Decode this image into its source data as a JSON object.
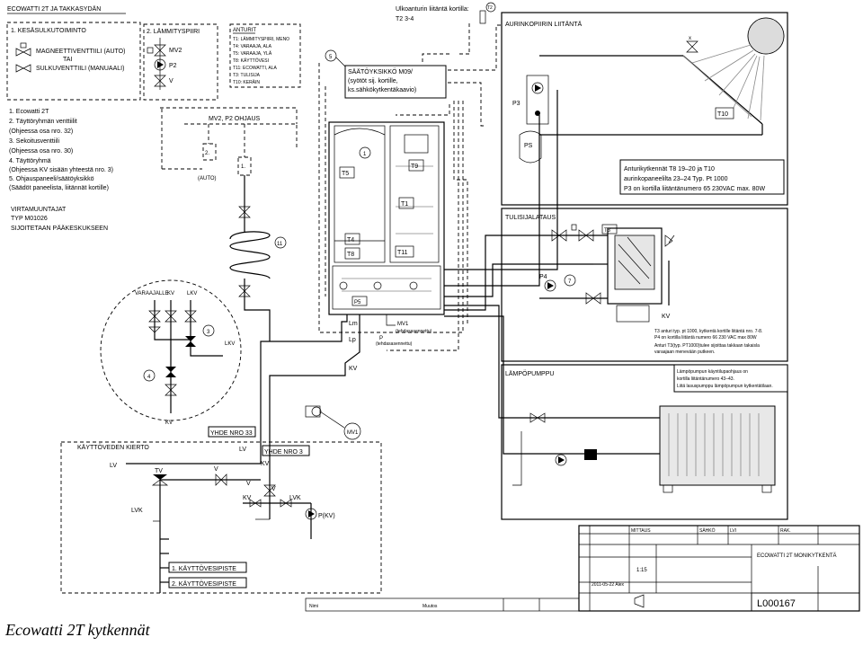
{
  "header": {
    "title": "ECOWATTI 2T JA TAKKASYDÄN",
    "outdoor_sensor": "Ulkoanturin liitäntä kortilla:",
    "outdoor_sensor_2": "T2 3-4",
    "t2_tag": "T2"
  },
  "legend": {
    "summer_title": "1. KESÄSULKUTOIMINTO",
    "magnet_valve": "MAGNEETTIVENTTIILI (AUTO)",
    "or": "TAI",
    "closing_valve": "SULKUVENTTIILI (MANUAALI)",
    "heating_title": "2. LÄMMITYSPIIRI",
    "mv2": "MV2",
    "p2": "P2",
    "v": "V",
    "sensors_title": "ANTURIT",
    "sensors": [
      "T1: LÄMMITYSPIIRI, MENO",
      "T4: VARAAJA, ALA",
      "T5: VARAAJA, YLÄ",
      "T8: KÄYTTÖVESI",
      "T11: ECOWATTI, ALA",
      "T3: TULISIJA",
      "T10: KERÄIN"
    ]
  },
  "items": [
    "1. Ecowatti 2T",
    "2. Täyttöryhmän venttiilit",
    "(Ohjeessa osa nro. 32)",
    "3. Sekoitusventtiili",
    "(Ohjeessa osa nro. 30)",
    "4. Täyttöryhmä",
    "(Ohjeessa KV sisään yhteestä nro. 3)",
    "5. Ohjauspaneeli/säätöyksikkö",
    "(Säädöt paneelista, liitännät kortille)"
  ],
  "power": {
    "line1": "VIRTAMUUNTAJAT",
    "line2": "TYP M01026",
    "line3": "SIJOITETAAN PÄÄKESKUKSEEN"
  },
  "control": {
    "tag": "5",
    "box_line1": "SÄÄTÖYKSIKKÖ M09/",
    "box_line2": "(syötöt sij. kortille,",
    "box_line3": "ks.sähkökytkentäkaavio)",
    "mv2_p2": "MV2, P2 OHJAUS",
    "auto": "(AUTO)",
    "two": "2.",
    "one": "1."
  },
  "tank": {
    "t5": "T5",
    "t4": "T4",
    "t8": "T8",
    "t1": "T1",
    "t9": "T9",
    "t11": "T11",
    "p5": "P5",
    "one": "1",
    "lm": "Lm",
    "lp": "Lp",
    "kv": "KV",
    "mv1_label": "MV1",
    "mv1_note": "(tehdasasennettu)",
    "p_label": "P",
    "p_note": "(tehdasasennettu)"
  },
  "solar": {
    "title": "AURINKOPIIRIN LIITÄNTÄ",
    "p3": "P3",
    "ps": "PS",
    "t10": "T10",
    "note_1": "Anturikytkennät T8 19–20 ja T10",
    "note_2": "aurinkopaneelilta 23–24 Typ. Pt 1000",
    "note_3": "P3 on kortilla liitäntänumero 65 230VAC max. 80W"
  },
  "fireplace": {
    "title": "TULISIJALATAUS",
    "t3": "T3",
    "p4": "P4",
    "seven": "7",
    "kv": "KV",
    "note": [
      "T3 anturi typ. pt 1000, kytkentä kortille liitäntä nro. 7-8.",
      "P4 on kortilla liitäntä numero 66 230 VAC max 80W",
      "Anturi T3(typ. PT1000)tulee sijoittaa takkaan takaisla",
      "varaajaan menevään putkeen."
    ]
  },
  "heatpump": {
    "title": "LÄMPÖPUMPPU",
    "note": [
      "Lämpöpumpun käyntilupaohjaus on",
      "kortilla liitäntänumero 43–43.",
      "Liitä lasuspumppu lämpöpumpun kytkentätilaan."
    ]
  },
  "circle": {
    "varaajalle": "VARAAJALLE",
    "kv_top": "KV",
    "lkv": "LKV",
    "lkv2": "LKV",
    "three": "3",
    "four": "4",
    "kv_bottom": "KV",
    "eleven": "11"
  },
  "dhw": {
    "yhde33": "YHDE NRO 33",
    "yhde3": "YHDE NRO 3",
    "title": "KÄYTTÖVEDEN KIERTO",
    "lv1": "LV",
    "lv2": "LV",
    "kv": "KV",
    "tv": "TV",
    "v1": "V",
    "v2": "V",
    "v3": "V",
    "kv2": "KV",
    "lvk": "LVK",
    "lvk2": "LVK",
    "pkv": "P(KV)",
    "point1": "1. KÄYTTÖVESIPISTE",
    "point2": "2. KÄYTTÖVESIPISTE",
    "mv1": "MV1"
  },
  "titleblock": {
    "cells_top": [
      "MITTAUS",
      "SÄHKÖ",
      "LVI",
      "RAK."
    ],
    "project": "ECOWATTI 2T MONIKYTKENTÄ",
    "scale": "1:15",
    "date": "2011-05-22 Alex",
    "drawing_no": "L000167",
    "name_label": "Nimi",
    "name": "Muutos"
  },
  "caption": "Ecowatti 2T kytkennät"
}
